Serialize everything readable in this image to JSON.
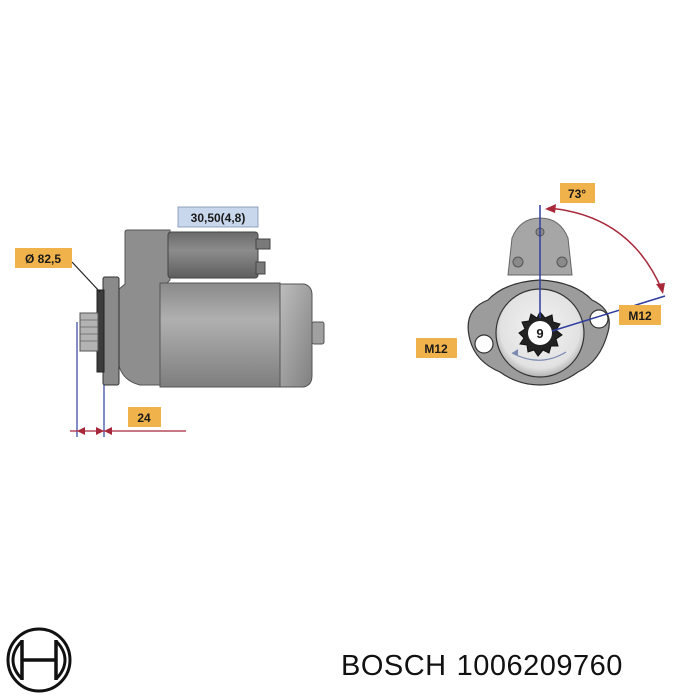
{
  "brand": {
    "name": "BOSCH",
    "part_number": "1006209760",
    "logo": "bosch-armature-logo"
  },
  "side_view": {
    "flange_diameter": "Ø 82,5",
    "terminal": "30,50(4,8)",
    "pinion_offset": "24"
  },
  "front_view": {
    "angle": "73°",
    "mount_bolt_right": "M12",
    "mount_bolt_left": "M12",
    "teeth_count": "9"
  },
  "colors": {
    "body_gray": "#9a9a9a",
    "dark_gray": "#6f6f6f",
    "label_blue": "#c9d7ec",
    "label_orange": "#f0b24a",
    "dimension_blue": "#2f3e9e",
    "angle_arc": "#a8283a"
  }
}
